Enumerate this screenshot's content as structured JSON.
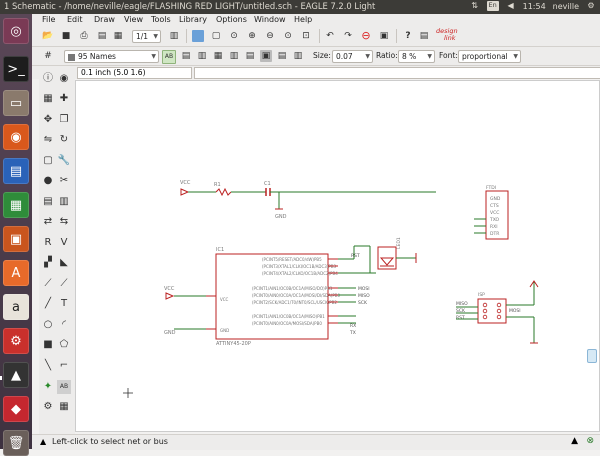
{
  "window": {
    "title": "1 Schematic - /home/neville/eagle/FLASHING RED LIGHT/untitled.sch - EAGLE 7.2.0 Light",
    "tray": {
      "keyboard": "En",
      "time": "11:54",
      "user": "neville"
    }
  },
  "menu": [
    "File",
    "Edit",
    "Draw",
    "View",
    "Tools",
    "Library",
    "Options",
    "Window",
    "Help"
  ],
  "toolbar": {
    "sheet": "1/1",
    "logo_top": "design",
    "logo_bottom": "link"
  },
  "textbar": {
    "names_option": "95 Names",
    "size_label": "Size:",
    "size_value": "0.07",
    "ratio_label": "Ratio:",
    "ratio_value": "8 %",
    "font_label": "Font:",
    "font_value": "proportional"
  },
  "command": {
    "coordinate": "0.1 inch (5.0 1.6)",
    "input": ""
  },
  "status": {
    "message": "Left-click to select net or bus"
  },
  "schematic": {
    "vcc1": "VCC",
    "r1": "R1",
    "c1": "C1",
    "gnd1": "GND",
    "ic_name": "IC1",
    "ic_value": "ATTINY45-20P",
    "ic_pins_right": [
      "(PCINT5/RESET/ADC0/dW)PB5",
      "(PCINT3/XTAL1/CLKI/OC1B/ADC3)PB3",
      "(PCINT4/XTAL2/CLKO/OC1B/ADC2)PB4",
      "(PCINT1/AIN1/OC0B/OC1A/MISO/DO)PB1",
      "(PCINT0/AIN0/OC0A/OC1A/MOSI/DI/SDA)PB0",
      "(PCINT2/SCK/ADC1/T0/INT0/SCL/USCK)PB2",
      "(PCINT1/AIN1/OC0B/OC1A/MISO)PB1",
      "(PCINT0/AIN0/OC0A/MOSI/SDA)PB0"
    ],
    "ic_left_vcc": "VCC",
    "ic_left_gnd": "GND",
    "net_labels": [
      "RST",
      "MOSI",
      "MISO",
      "SCK",
      "RX",
      "TX"
    ],
    "led": "LED1",
    "ftdi_name": "FTDI",
    "ftdi_pins": [
      "GND",
      "CTS",
      "VCC",
      "TXO",
      "RXI",
      "DTR"
    ],
    "isp_name": "ISP",
    "isp_pins": [
      "MISO",
      "SCK",
      "RST"
    ],
    "isp_pin_right": "MOSI",
    "vcc_left": "VCC",
    "gnd_left": "GND"
  }
}
